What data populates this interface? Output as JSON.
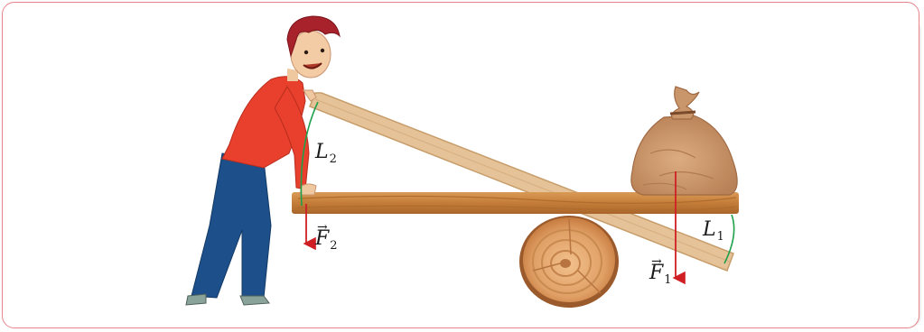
{
  "labels": {
    "l2": {
      "symbol": "L",
      "sub": "2"
    },
    "l1": {
      "symbol": "L",
      "sub": "1"
    },
    "f2": {
      "symbol": "F",
      "sub": "2",
      "arrow": "→"
    },
    "f1": {
      "symbol": "F",
      "sub": "1",
      "arrow": "→"
    }
  },
  "colors": {
    "frame": "#e8848c",
    "force_arrow": "#d01f24",
    "lever_arm": "#1ea04a",
    "plank": "#c8843f",
    "board": "#e8c49a",
    "sack": "#c9956a",
    "log": "#d98c4e",
    "shirt": "#e8402c",
    "trousers": "#1d4f8a",
    "hair": "#a7222a"
  },
  "icons": [
    "boy-figure",
    "sack-icon",
    "log-icon",
    "plank-lever",
    "board-lever"
  ]
}
